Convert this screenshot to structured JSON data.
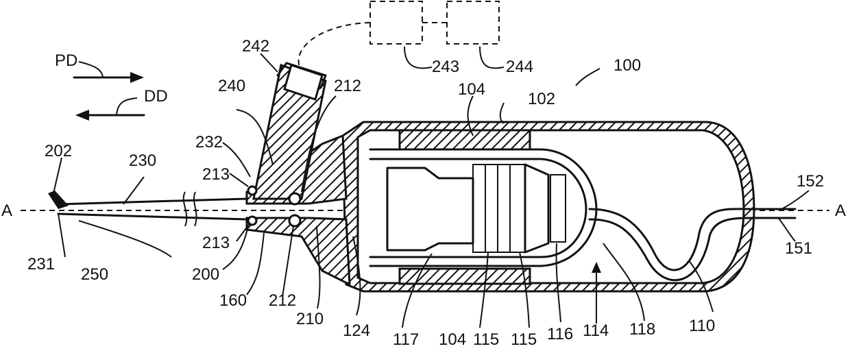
{
  "labels": {
    "l100": "100",
    "l102": "102",
    "l104a": "104",
    "l104b": "104",
    "l110": "110",
    "l114": "114",
    "l115a": "115",
    "l115b": "115",
    "l116": "116",
    "l117": "117",
    "l118": "118",
    "l124": "124",
    "l151": "151",
    "l152": "152",
    "l160": "160",
    "l200": "200",
    "l202": "202",
    "l210": "210",
    "l212a": "212",
    "l212b": "212",
    "l213a": "213",
    "l213b": "213",
    "l230": "230",
    "l231": "231",
    "l232": "232",
    "l240": "240",
    "l242": "242",
    "l243": "243",
    "l244": "244",
    "l250": "250",
    "axisA_left": "A",
    "axisA_right": "A",
    "pd": "PD",
    "dd": "DD"
  }
}
